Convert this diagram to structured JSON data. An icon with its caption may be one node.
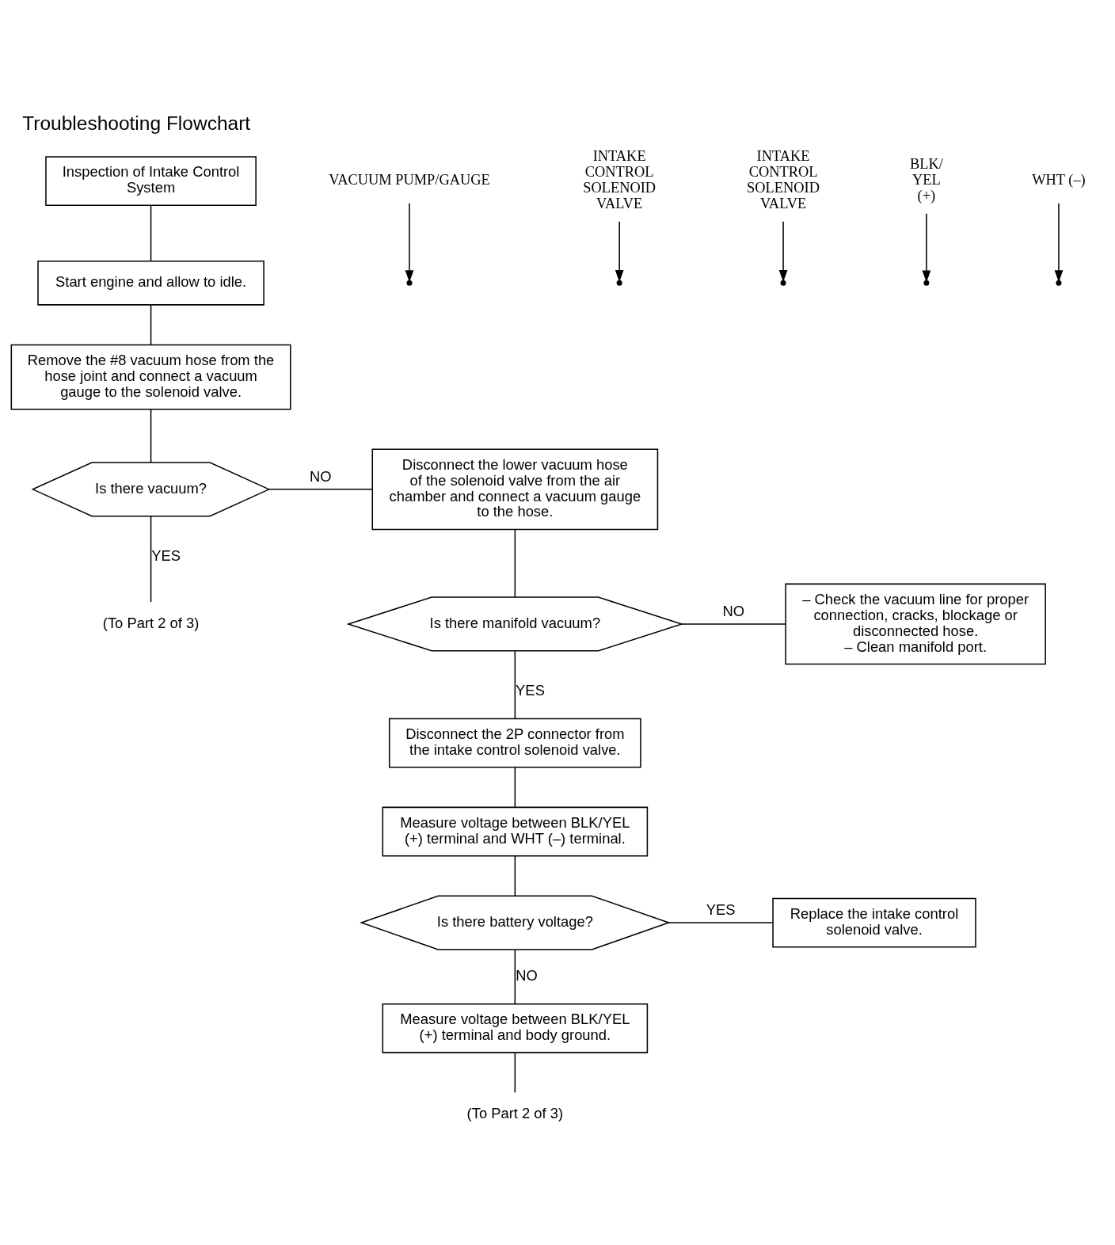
{
  "diagram": {
    "title": "Troubleshooting Flowchart",
    "nodes": [
      {
        "text": [
          "Inspection of Intake Control System"
        ]
      },
      {
        "text": [
          "Start engine and allow to idle."
        ]
      },
      {
        "text": [
          "Remove the #8 vacuum hose from the hose joint and connect a vacuum gauge to the solenoid valve."
        ]
      },
      {
        "text": [
          "Is there vacuum?"
        ]
      },
      {
        "text": [
          "Disconnect the lower vacuum hose of the solenoid valve from the air chamber and connect a vacuum gauge to the hose."
        ]
      },
      {
        "text": [
          "Is there manifold vacuum?"
        ]
      },
      {
        "text": [
          "– Check the vacuum line for proper connection, cracks, blockage or disconnected hose.",
          "– Clean manifold port."
        ]
      },
      {
        "text": [
          "Disconnect the 2P connector from the intake control solenoid valve."
        ]
      },
      {
        "text": [
          "Measure voltage between BLK/YEL (+) terminal and WHT (–) terminal."
        ]
      },
      {
        "text": [
          "Is there battery voltage?"
        ]
      },
      {
        "text": [
          "Replace the intake control solenoid valve."
        ]
      },
      {
        "text": [
          "Measure voltage between BLK/YEL (+) terminal and body ground."
        ]
      },
      {
        "text": [
          "(To Part 2 of 3)"
        ]
      },
      {
        "text": [
          "(To Part 2 of 3)"
        ]
      },
      {
        "text": [
          "VACUUM PUMP/GAUGE"
        ]
      },
      {
        "text": [
          "INTAKE CONTROL SOLENOID VALVE"
        ]
      },
      {
        "text": [
          "INTAKE CONTROL SOLENOID VALVE"
        ]
      },
      {
        "text": [
          "BLK/ YEL (+)"
        ]
      },
      {
        "text": [
          "WHT (–)"
        ]
      }
    ],
    "edges": [
      {
        "from": 0,
        "to": 1,
        "arrow": "none"
      },
      {
        "from": 1,
        "to": 2,
        "arrow": "none"
      },
      {
        "from": 2,
        "to": 3,
        "arrow": "none"
      },
      {
        "from": 3,
        "to": 4,
        "arrow": "none",
        "label": "NO"
      },
      {
        "from": 3,
        "to": 12,
        "arrow": "none",
        "label": "YES"
      },
      {
        "from": 4,
        "to": 5,
        "arrow": "none"
      },
      {
        "from": 5,
        "to": 6,
        "arrow": "none",
        "label": "NO"
      },
      {
        "from": 5,
        "to": 7,
        "arrow": "none",
        "label": "YES"
      },
      {
        "from": 7,
        "to": 8,
        "arrow": "none"
      },
      {
        "from": 8,
        "to": 9,
        "arrow": "none"
      },
      {
        "from": 9,
        "to": 10,
        "arrow": "none",
        "label": "YES"
      },
      {
        "from": 9,
        "to": 11,
        "arrow": "none",
        "label": "NO"
      },
      {
        "from": 11,
        "to": 13,
        "arrow": "none"
      },
      {
        "from": 14,
        "to": null,
        "arrow": "to"
      },
      {
        "from": 15,
        "to": null,
        "arrow": "to"
      },
      {
        "from": 16,
        "to": null,
        "arrow": "to"
      },
      {
        "from": 17,
        "to": null,
        "arrow": "to"
      },
      {
        "from": 18,
        "to": null,
        "arrow": "to"
      }
    ]
  }
}
